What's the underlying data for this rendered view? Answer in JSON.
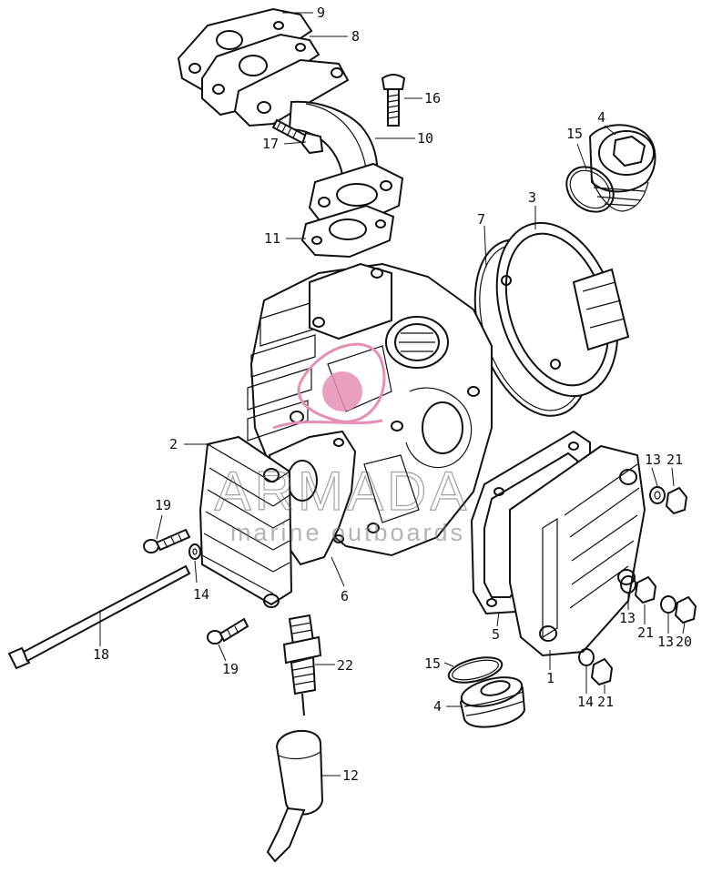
{
  "watermark": {
    "brand": "ARMADA",
    "tagline": "marine outboards",
    "accent_color": "#e58fb4"
  },
  "parts": [
    {
      "id": "p9",
      "label": "9"
    },
    {
      "id": "p8",
      "label": "8"
    },
    {
      "id": "p16",
      "label": "16"
    },
    {
      "id": "p4a",
      "label": "4"
    },
    {
      "id": "p10",
      "label": "10"
    },
    {
      "id": "p17",
      "label": "17"
    },
    {
      "id": "p15a",
      "label": "15"
    },
    {
      "id": "p3",
      "label": "3"
    },
    {
      "id": "p7",
      "label": "7"
    },
    {
      "id": "p11",
      "label": "11"
    },
    {
      "id": "p2",
      "label": "2"
    },
    {
      "id": "p13a",
      "label": "13"
    },
    {
      "id": "p21a",
      "label": "21"
    },
    {
      "id": "p19a",
      "label": "19"
    },
    {
      "id": "p14a",
      "label": "14"
    },
    {
      "id": "p6",
      "label": "6"
    },
    {
      "id": "p5",
      "label": "5"
    },
    {
      "id": "p13b",
      "label": "13"
    },
    {
      "id": "p21b",
      "label": "21"
    },
    {
      "id": "p13c",
      "label": "13"
    },
    {
      "id": "p20",
      "label": "20"
    },
    {
      "id": "p18",
      "label": "18"
    },
    {
      "id": "p19b",
      "label": "19"
    },
    {
      "id": "p22",
      "label": "22"
    },
    {
      "id": "p1",
      "label": "1"
    },
    {
      "id": "p15b",
      "label": "15"
    },
    {
      "id": "p4b",
      "label": "4"
    },
    {
      "id": "p14b",
      "label": "14"
    },
    {
      "id": "p21c",
      "label": "21"
    },
    {
      "id": "p12",
      "label": "12"
    }
  ]
}
